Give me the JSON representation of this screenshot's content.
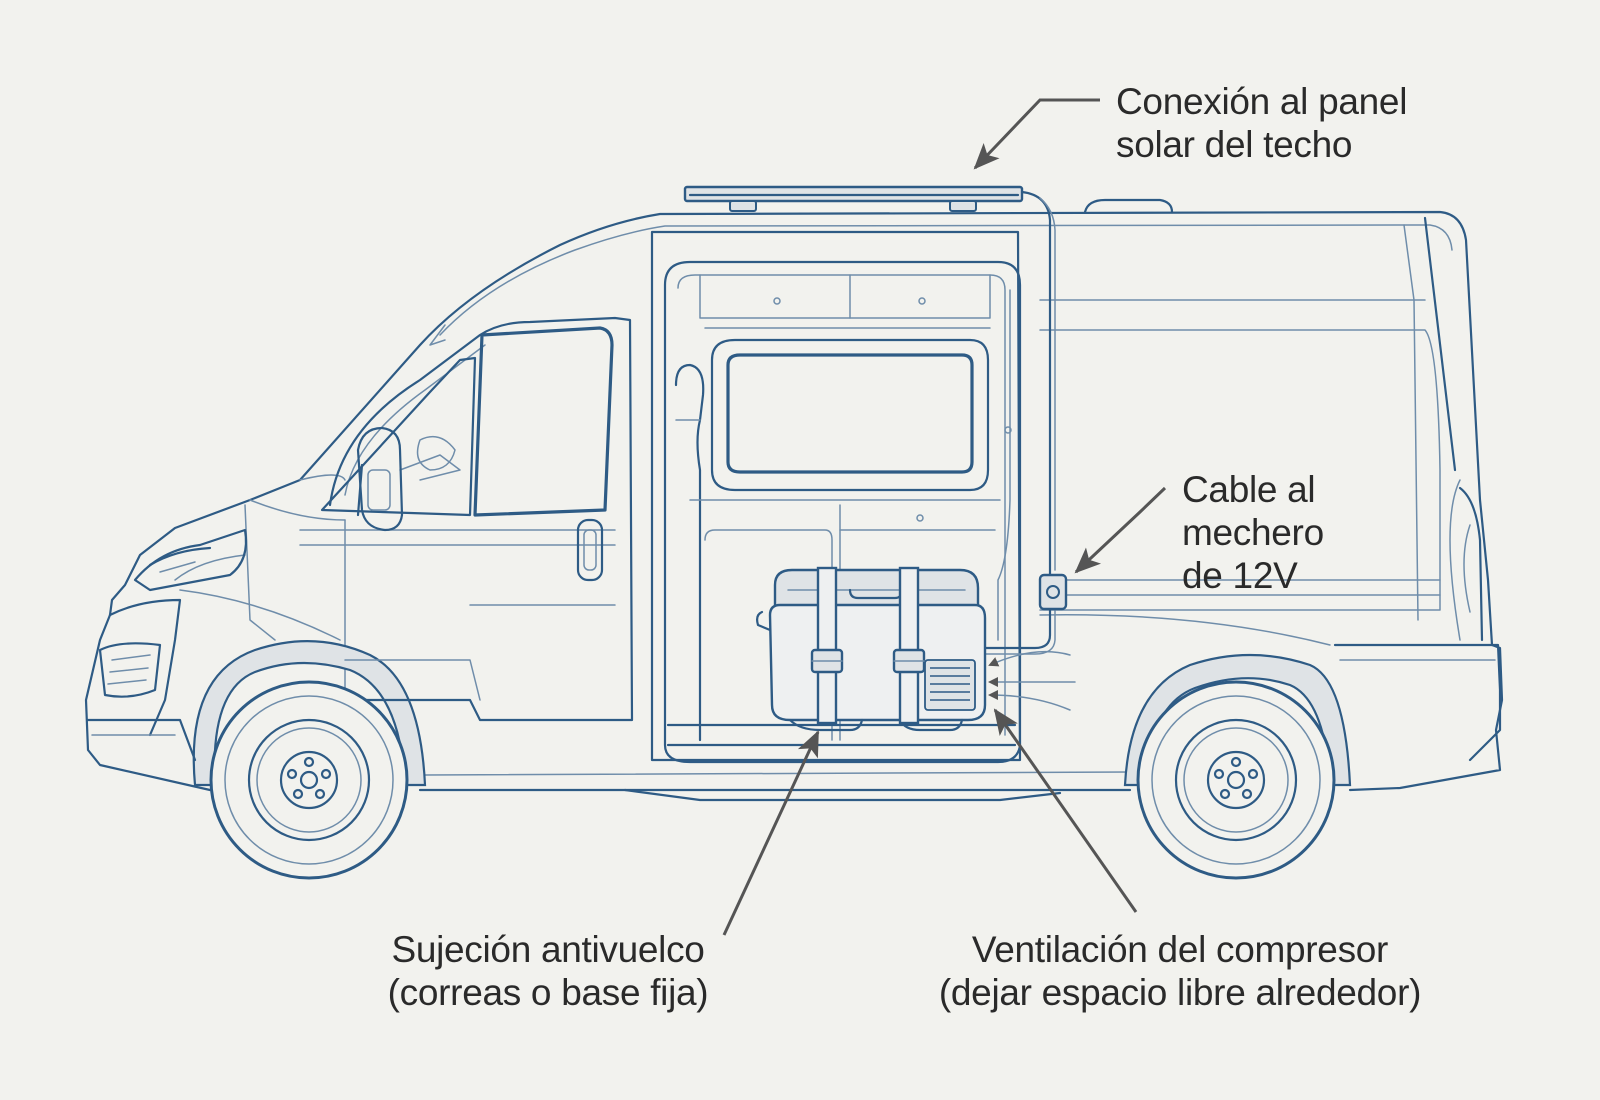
{
  "callouts": {
    "solar": {
      "line1": "Conexión al panel",
      "line2": "solar del techo"
    },
    "lighter": {
      "line1": "Cable al",
      "line2": "mechero",
      "line3": "de 12V"
    },
    "straps": {
      "line1": "Sujeción antivuelco",
      "line2": "(correas o base fija)"
    },
    "vent": {
      "line1": "Ventilación del compresor",
      "line2": "(dejar espacio libre alrededor)"
    }
  },
  "colors": {
    "line": "#2e5b85",
    "fill": "#dfe3e6",
    "background": "#f2f2ee",
    "arrow": "#555555"
  }
}
